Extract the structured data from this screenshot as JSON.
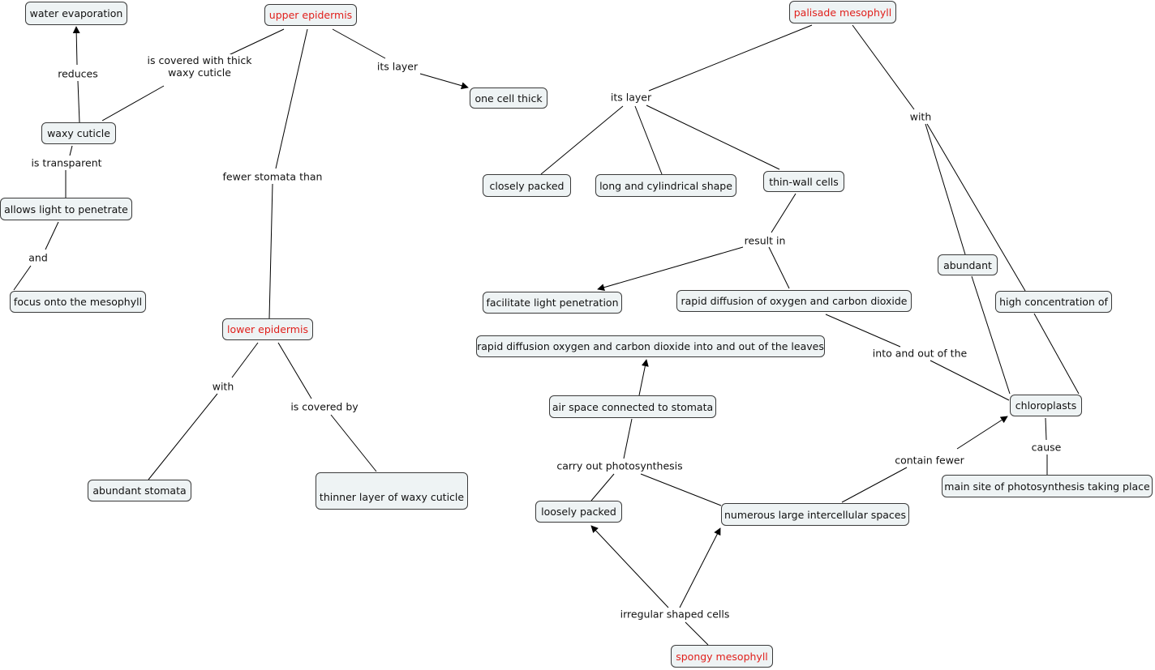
{
  "concepts": {
    "water_evaporation": "water evaporation",
    "upper_epidermis": "upper epidermis",
    "palisade_mesophyll": "palisade mesophyll",
    "one_cell_thick": "one cell thick",
    "waxy_cuticle": "waxy cuticle",
    "allows_light": "allows light to penetrate",
    "focus_mesophyll": "focus onto the mesophyll",
    "closely_packed": "closely packed",
    "long_cylindrical": "long and cylindrical shape",
    "thin_wall": "thin-wall cells",
    "abundant": "abundant",
    "high_concentration": "high concentration of",
    "facilitate_light": "facilitate light penetration",
    "rapid_diffusion_oc": "rapid diffusion of oxygen and carbon dioxide",
    "lower_epidermis": "lower epidermis",
    "rapid_diffusion_leaves": "rapid diffusion oxygen and carbon dioxide into and out of the leaves",
    "air_space": "air space connected to stomata",
    "chloroplasts": "chloroplasts",
    "abundant_stomata": "abundant stomata",
    "thinner_layer": "thinner layer of waxy cuticle",
    "main_site": "main site of photosynthesis taking place",
    "loosely_packed": "loosely packed",
    "numerous_spaces": "numerous large intercellular spaces",
    "spongy_mesophyll": "spongy mesophyll"
  },
  "link_labels": {
    "reduces": "reduces",
    "covered_thick": "is covered with thick\nwaxy cuticle",
    "its_layer_upper": "its layer",
    "its_layer_palisade": "its layer",
    "with_palisade": "with",
    "is_transparent": "is transparent",
    "fewer_stomata": "fewer stomata than",
    "and": "and",
    "result_in": "result in",
    "into_out": "into and out of the",
    "with_lower": "with",
    "is_covered_by": "is covered by",
    "carry_out": "carry out photosynthesis",
    "contain_fewer": "contain fewer",
    "cause": "cause",
    "irregular": "irregular shaped cells"
  },
  "colors": {
    "main_concept_text": "#e0201c",
    "node_fill": "#eef3f4",
    "node_border": "#3a3a3a",
    "line": "#000000"
  }
}
